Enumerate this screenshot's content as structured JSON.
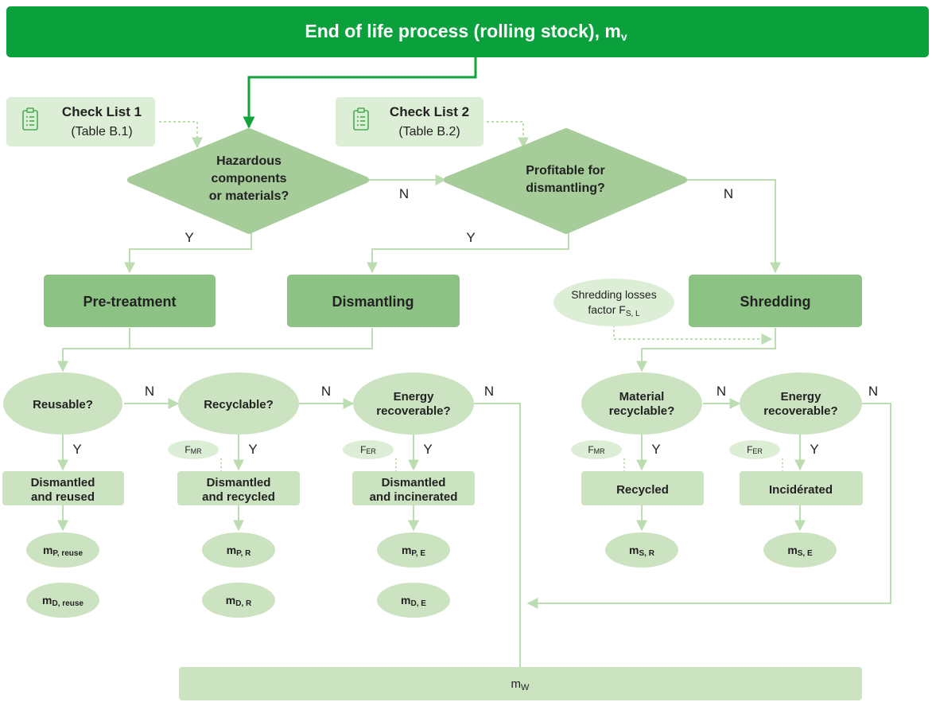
{
  "header": {
    "title": "End of life process (rolling stock), m",
    "title_sub": "v"
  },
  "checklists": [
    {
      "title": "Check List 1",
      "ref": "(Table B.1)",
      "icon": "clipboard-checklist-icon"
    },
    {
      "title": "Check List 2",
      "ref": "(Table B.2)",
      "icon": "clipboard-checklist-icon"
    }
  ],
  "decisions": {
    "hazardous": [
      "Hazardous",
      "components",
      "or materials?"
    ],
    "profitable": [
      "Profitable for",
      "dismantling?"
    ],
    "reusable": "Reusable?",
    "recyclable": "Recyclable?",
    "energy1": [
      "Energy",
      "recoverable?"
    ],
    "material": [
      "Material",
      "recyclable?"
    ],
    "energy2": [
      "Energy",
      "recoverable?"
    ]
  },
  "processes": {
    "pretreatment": "Pre-treatment",
    "dismantling": "Dismantling",
    "shredding": "Shredding"
  },
  "shredding_losses": {
    "line1": "Shredding losses",
    "line2": "factor F",
    "sub": "S, L"
  },
  "outcomes": {
    "reused": [
      "Dismantled",
      "and reused"
    ],
    "recycled": [
      "Dismantled",
      "and recycled"
    ],
    "incinerated": [
      "Dismantled",
      "and incinerated"
    ],
    "s_recycled": "Recycled",
    "s_incinerated": "Incidérated"
  },
  "factors": {
    "f_mr": {
      "main": "F",
      "sub": "MR"
    },
    "f_er": {
      "main": "F",
      "sub": "ER"
    }
  },
  "masses": {
    "p_reuse": {
      "main": "m",
      "sub": "P, reuse"
    },
    "d_reuse": {
      "main": "m",
      "sub": "D, reuse"
    },
    "p_r": {
      "main": "m",
      "sub": "P, R"
    },
    "d_r": {
      "main": "m",
      "sub": "D, R"
    },
    "p_e": {
      "main": "m",
      "sub": "P, E"
    },
    "d_e": {
      "main": "m",
      "sub": "D, E"
    },
    "s_r": {
      "main": "m",
      "sub": "S, R"
    },
    "s_e": {
      "main": "m",
      "sub": "S, E"
    },
    "w": {
      "main": "m",
      "sub": "W"
    }
  },
  "labels": {
    "yes": "Y",
    "no": "N"
  },
  "colors": {
    "header": "#0aa03c",
    "dark": "#a5cc99",
    "process": "#8cc283",
    "light": "#cce3c2",
    "pale": "#ddeed6",
    "line": "#bcdcb1",
    "arrow_dark": "#12a33c"
  }
}
